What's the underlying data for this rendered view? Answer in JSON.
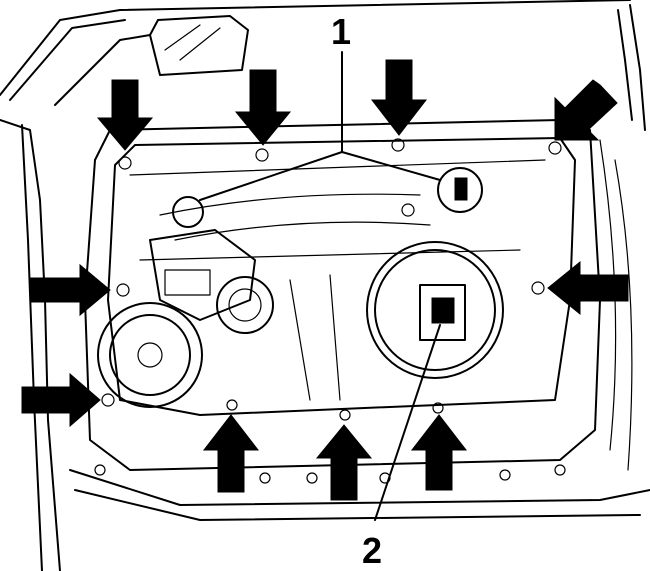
{
  "figure": {
    "callouts": [
      {
        "id": "callout-1",
        "label": "1"
      },
      {
        "id": "callout-2",
        "label": "2"
      }
    ],
    "fastener_arrows": {
      "count": 10,
      "color": "#000000"
    },
    "colors": {
      "line": "#000000",
      "background": "#ffffff"
    }
  }
}
